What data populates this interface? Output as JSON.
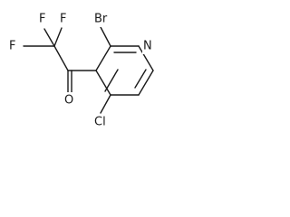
{
  "molecule": {
    "atoms": {
      "br": "Br",
      "n": "N",
      "cl": "Cl",
      "o": "O",
      "f_top_left": "F",
      "f_top_right": "F",
      "f_left": "F"
    }
  },
  "colors": {
    "bond": "#1a1a1a",
    "label": "#1a1a1a",
    "background": "#ffffff"
  }
}
